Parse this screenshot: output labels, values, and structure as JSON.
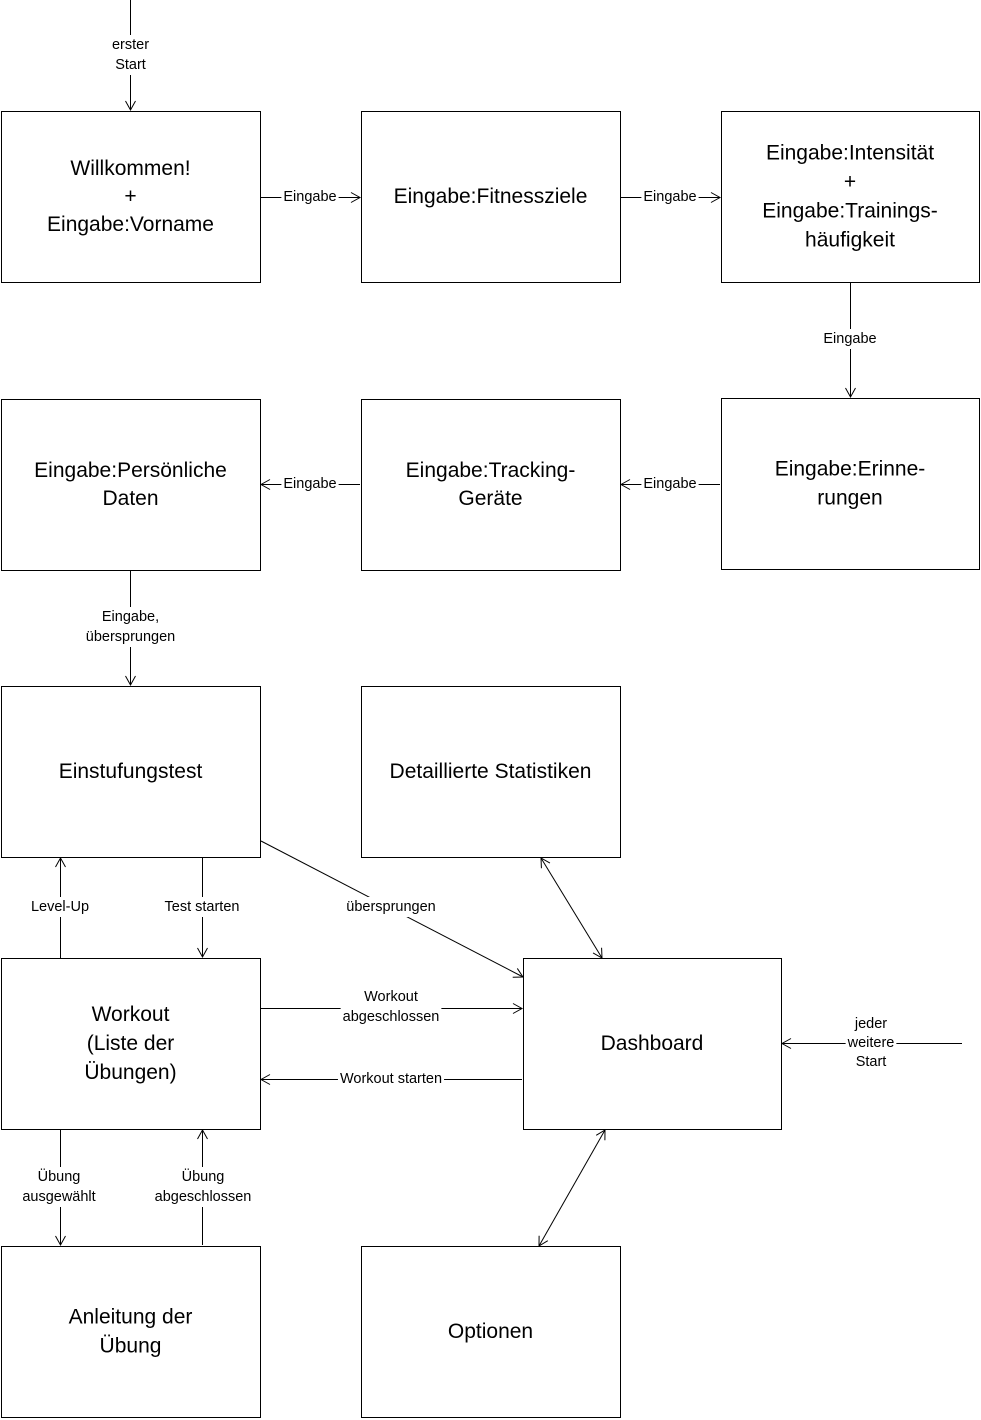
{
  "nodes": {
    "welcome": [
      "Willkommen!",
      "+",
      "Eingabe:Vorname"
    ],
    "goals": [
      "Eingabe:Fitnessziele"
    ],
    "intensity": [
      "Eingabe:Intensität",
      "+",
      "Eingabe:Trainings-",
      "häufigkeit"
    ],
    "reminders": [
      "Eingabe:Erinne-",
      "rungen"
    ],
    "tracking": [
      "Eingabe:Tracking-",
      "Geräte"
    ],
    "personal": [
      "Eingabe:Persönliche",
      "Daten"
    ],
    "placement": [
      "Einstufungstest"
    ],
    "stats": [
      "Detaillierte Statistiken"
    ],
    "workout": [
      "Workout",
      "(Liste der",
      "Übungen)"
    ],
    "dashboard": [
      "Dashboard"
    ],
    "instructions": [
      "Anleitung der",
      "Übung"
    ],
    "options": [
      "Optionen"
    ]
  },
  "edges": {
    "first_start": [
      "erster",
      "Start"
    ],
    "welcome_goals": [
      "Eingabe"
    ],
    "goals_intensity": [
      "Eingabe"
    ],
    "intensity_reminders": [
      "Eingabe"
    ],
    "reminders_tracking": [
      "Eingabe"
    ],
    "tracking_personal": [
      "Eingabe"
    ],
    "personal_placement": [
      "Eingabe,",
      "übersprungen"
    ],
    "levelup": [
      "Level-Up"
    ],
    "start_test": [
      "Test starten"
    ],
    "skipped": [
      "übersprungen"
    ],
    "workout_done": [
      "Workout",
      "abgeschlossen"
    ],
    "start_workout": [
      "Workout starten"
    ],
    "exercise_selected": [
      "Übung",
      "ausgewählt"
    ],
    "exercise_done": [
      "Übung",
      "abgeschlossen"
    ],
    "every_start": [
      "jeder",
      "weitere",
      "Start"
    ]
  }
}
